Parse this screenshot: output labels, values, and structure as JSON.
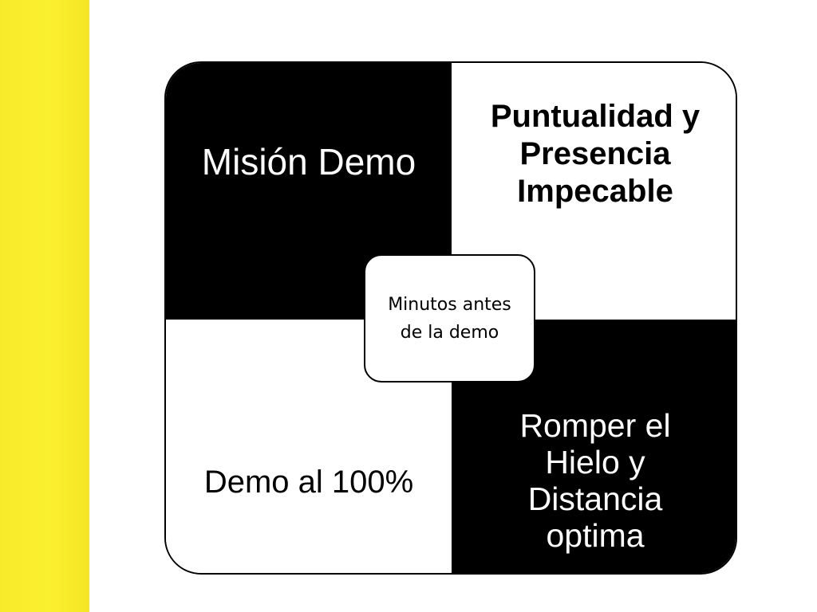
{
  "colors": {
    "accent_bar": "#f7ea2a",
    "dark_quadrant": "#000000",
    "light_quadrant": "#ffffff"
  },
  "diagram": {
    "top_left": "Misión Demo",
    "top_right": "Puntualidad y Presencia Impecable",
    "bottom_left": "Demo al 100%",
    "bottom_right": "Romper el Hielo y Distancia optima",
    "center": "Minutos antes de la demo"
  }
}
